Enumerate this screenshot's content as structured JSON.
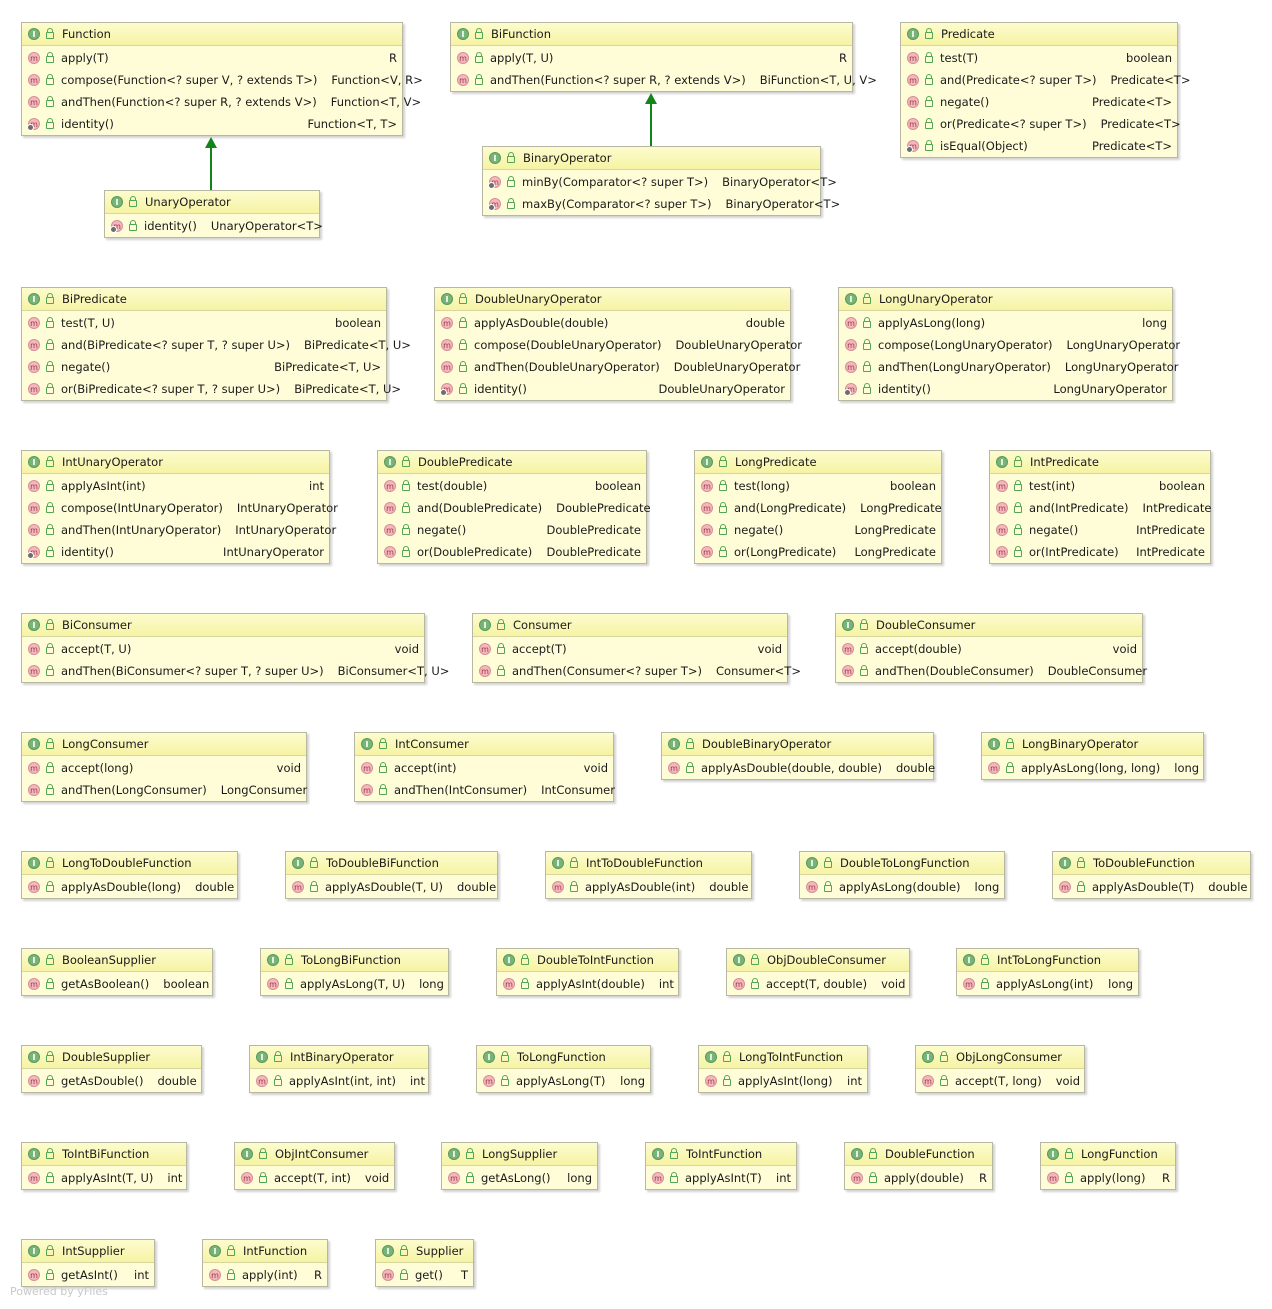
{
  "diagram": {
    "nodes": [
      {
        "name": "Function",
        "methods": [
          {
            "sig": "apply(T)",
            "ret": "R"
          },
          {
            "sig": "compose(Function<? super V, ? extends T>)",
            "ret": "Function<V, R>"
          },
          {
            "sig": "andThen(Function<? super R, ? extends V>)",
            "ret": "Function<T, V>"
          },
          {
            "sig": "identity()",
            "ret": "Function<T, T>",
            "static": true
          }
        ]
      },
      {
        "name": "BiFunction",
        "methods": [
          {
            "sig": "apply(T, U)",
            "ret": "R"
          },
          {
            "sig": "andThen(Function<? super R, ? extends V>)",
            "ret": "BiFunction<T, U, V>"
          }
        ]
      },
      {
        "name": "Predicate",
        "methods": [
          {
            "sig": "test(T)",
            "ret": "boolean"
          },
          {
            "sig": "and(Predicate<? super T>)",
            "ret": "Predicate<T>"
          },
          {
            "sig": "negate()",
            "ret": "Predicate<T>"
          },
          {
            "sig": "or(Predicate<? super T>)",
            "ret": "Predicate<T>"
          },
          {
            "sig": "isEqual(Object)",
            "ret": "Predicate<T>",
            "static": true
          }
        ]
      },
      {
        "name": "BinaryOperator",
        "methods": [
          {
            "sig": "minBy(Comparator<? super T>)",
            "ret": "BinaryOperator<T>",
            "static": true
          },
          {
            "sig": "maxBy(Comparator<? super T>)",
            "ret": "BinaryOperator<T>",
            "static": true
          }
        ]
      },
      {
        "name": "UnaryOperator",
        "methods": [
          {
            "sig": "identity()",
            "ret": "UnaryOperator<T>",
            "static": true
          }
        ]
      },
      {
        "name": "BiPredicate",
        "methods": [
          {
            "sig": "test(T, U)",
            "ret": "boolean"
          },
          {
            "sig": "and(BiPredicate<? super T, ? super U>)",
            "ret": "BiPredicate<T, U>"
          },
          {
            "sig": "negate()",
            "ret": "BiPredicate<T, U>"
          },
          {
            "sig": "or(BiPredicate<? super T, ? super U>)",
            "ret": "BiPredicate<T, U>"
          }
        ]
      },
      {
        "name": "DoubleUnaryOperator",
        "methods": [
          {
            "sig": "applyAsDouble(double)",
            "ret": "double"
          },
          {
            "sig": "compose(DoubleUnaryOperator)",
            "ret": "DoubleUnaryOperator"
          },
          {
            "sig": "andThen(DoubleUnaryOperator)",
            "ret": "DoubleUnaryOperator"
          },
          {
            "sig": "identity()",
            "ret": "DoubleUnaryOperator",
            "static": true
          }
        ]
      },
      {
        "name": "LongUnaryOperator",
        "methods": [
          {
            "sig": "applyAsLong(long)",
            "ret": "long"
          },
          {
            "sig": "compose(LongUnaryOperator)",
            "ret": "LongUnaryOperator"
          },
          {
            "sig": "andThen(LongUnaryOperator)",
            "ret": "LongUnaryOperator"
          },
          {
            "sig": "identity()",
            "ret": "LongUnaryOperator",
            "static": true
          }
        ]
      },
      {
        "name": "IntUnaryOperator",
        "methods": [
          {
            "sig": "applyAsInt(int)",
            "ret": "int"
          },
          {
            "sig": "compose(IntUnaryOperator)",
            "ret": "IntUnaryOperator"
          },
          {
            "sig": "andThen(IntUnaryOperator)",
            "ret": "IntUnaryOperator"
          },
          {
            "sig": "identity()",
            "ret": "IntUnaryOperator",
            "static": true
          }
        ]
      },
      {
        "name": "DoublePredicate",
        "methods": [
          {
            "sig": "test(double)",
            "ret": "boolean"
          },
          {
            "sig": "and(DoublePredicate)",
            "ret": "DoublePredicate"
          },
          {
            "sig": "negate()",
            "ret": "DoublePredicate"
          },
          {
            "sig": "or(DoublePredicate)",
            "ret": "DoublePredicate"
          }
        ]
      },
      {
        "name": "LongPredicate",
        "methods": [
          {
            "sig": "test(long)",
            "ret": "boolean"
          },
          {
            "sig": "and(LongPredicate)",
            "ret": "LongPredicate"
          },
          {
            "sig": "negate()",
            "ret": "LongPredicate"
          },
          {
            "sig": "or(LongPredicate)",
            "ret": "LongPredicate"
          }
        ]
      },
      {
        "name": "IntPredicate",
        "methods": [
          {
            "sig": "test(int)",
            "ret": "boolean"
          },
          {
            "sig": "and(IntPredicate)",
            "ret": "IntPredicate"
          },
          {
            "sig": "negate()",
            "ret": "IntPredicate"
          },
          {
            "sig": "or(IntPredicate)",
            "ret": "IntPredicate"
          }
        ]
      },
      {
        "name": "BiConsumer",
        "methods": [
          {
            "sig": "accept(T, U)",
            "ret": "void"
          },
          {
            "sig": "andThen(BiConsumer<? super T, ? super U>)",
            "ret": "BiConsumer<T, U>"
          }
        ]
      },
      {
        "name": "Consumer",
        "methods": [
          {
            "sig": "accept(T)",
            "ret": "void"
          },
          {
            "sig": "andThen(Consumer<? super T>)",
            "ret": "Consumer<T>"
          }
        ]
      },
      {
        "name": "DoubleConsumer",
        "methods": [
          {
            "sig": "accept(double)",
            "ret": "void"
          },
          {
            "sig": "andThen(DoubleConsumer)",
            "ret": "DoubleConsumer"
          }
        ]
      },
      {
        "name": "LongConsumer",
        "methods": [
          {
            "sig": "accept(long)",
            "ret": "void"
          },
          {
            "sig": "andThen(LongConsumer)",
            "ret": "LongConsumer"
          }
        ]
      },
      {
        "name": "IntConsumer",
        "methods": [
          {
            "sig": "accept(int)",
            "ret": "void"
          },
          {
            "sig": "andThen(IntConsumer)",
            "ret": "IntConsumer"
          }
        ]
      },
      {
        "name": "DoubleBinaryOperator",
        "methods": [
          {
            "sig": "applyAsDouble(double, double)",
            "ret": "double"
          }
        ]
      },
      {
        "name": "LongBinaryOperator",
        "methods": [
          {
            "sig": "applyAsLong(long, long)",
            "ret": "long"
          }
        ]
      },
      {
        "name": "LongToDoubleFunction",
        "methods": [
          {
            "sig": "applyAsDouble(long)",
            "ret": "double"
          }
        ]
      },
      {
        "name": "ToDoubleBiFunction",
        "methods": [
          {
            "sig": "applyAsDouble(T, U)",
            "ret": "double"
          }
        ]
      },
      {
        "name": "IntToDoubleFunction",
        "methods": [
          {
            "sig": "applyAsDouble(int)",
            "ret": "double"
          }
        ]
      },
      {
        "name": "DoubleToLongFunction",
        "methods": [
          {
            "sig": "applyAsLong(double)",
            "ret": "long"
          }
        ]
      },
      {
        "name": "ToDoubleFunction",
        "methods": [
          {
            "sig": "applyAsDouble(T)",
            "ret": "double"
          }
        ]
      },
      {
        "name": "BooleanSupplier",
        "methods": [
          {
            "sig": "getAsBoolean()",
            "ret": "boolean"
          }
        ]
      },
      {
        "name": "ToLongBiFunction",
        "methods": [
          {
            "sig": "applyAsLong(T, U)",
            "ret": "long"
          }
        ]
      },
      {
        "name": "DoubleToIntFunction",
        "methods": [
          {
            "sig": "applyAsInt(double)",
            "ret": "int"
          }
        ]
      },
      {
        "name": "ObjDoubleConsumer",
        "methods": [
          {
            "sig": "accept(T, double)",
            "ret": "void"
          }
        ]
      },
      {
        "name": "IntToLongFunction",
        "methods": [
          {
            "sig": "applyAsLong(int)",
            "ret": "long"
          }
        ]
      },
      {
        "name": "DoubleSupplier",
        "methods": [
          {
            "sig": "getAsDouble()",
            "ret": "double"
          }
        ]
      },
      {
        "name": "IntBinaryOperator",
        "methods": [
          {
            "sig": "applyAsInt(int, int)",
            "ret": "int"
          }
        ]
      },
      {
        "name": "ToLongFunction",
        "methods": [
          {
            "sig": "applyAsLong(T)",
            "ret": "long"
          }
        ]
      },
      {
        "name": "LongToIntFunction",
        "methods": [
          {
            "sig": "applyAsInt(long)",
            "ret": "int"
          }
        ]
      },
      {
        "name": "ObjLongConsumer",
        "methods": [
          {
            "sig": "accept(T, long)",
            "ret": "void"
          }
        ]
      },
      {
        "name": "ToIntBiFunction",
        "methods": [
          {
            "sig": "applyAsInt(T, U)",
            "ret": "int"
          }
        ]
      },
      {
        "name": "ObjIntConsumer",
        "methods": [
          {
            "sig": "accept(T, int)",
            "ret": "void"
          }
        ]
      },
      {
        "name": "LongSupplier",
        "methods": [
          {
            "sig": "getAsLong()",
            "ret": "long"
          }
        ]
      },
      {
        "name": "ToIntFunction",
        "methods": [
          {
            "sig": "applyAsInt(T)",
            "ret": "int"
          }
        ]
      },
      {
        "name": "DoubleFunction",
        "methods": [
          {
            "sig": "apply(double)",
            "ret": "R"
          }
        ]
      },
      {
        "name": "LongFunction",
        "methods": [
          {
            "sig": "apply(long)",
            "ret": "R"
          }
        ]
      },
      {
        "name": "IntSupplier",
        "methods": [
          {
            "sig": "getAsInt()",
            "ret": "int"
          }
        ]
      },
      {
        "name": "IntFunction",
        "methods": [
          {
            "sig": "apply(int)",
            "ret": "R"
          }
        ]
      },
      {
        "name": "Supplier",
        "methods": [
          {
            "sig": "get()",
            "ret": "T"
          }
        ]
      }
    ],
    "edges": [
      {
        "from": "UnaryOperator",
        "to": "Function"
      },
      {
        "from": "BinaryOperator",
        "to": "BiFunction"
      }
    ],
    "icons": {
      "node": "interface-icon",
      "method": "method-icon",
      "visibility": "public-lock-icon",
      "static_marker": "static-marker"
    },
    "colors": {
      "node_fill": "#fefdd8",
      "node_header": "#f6f3a4",
      "interface_icon": "#78b478",
      "method_icon": "#f2b8bd",
      "edge": "#12851a"
    }
  },
  "watermark": "Powered by yFiles"
}
